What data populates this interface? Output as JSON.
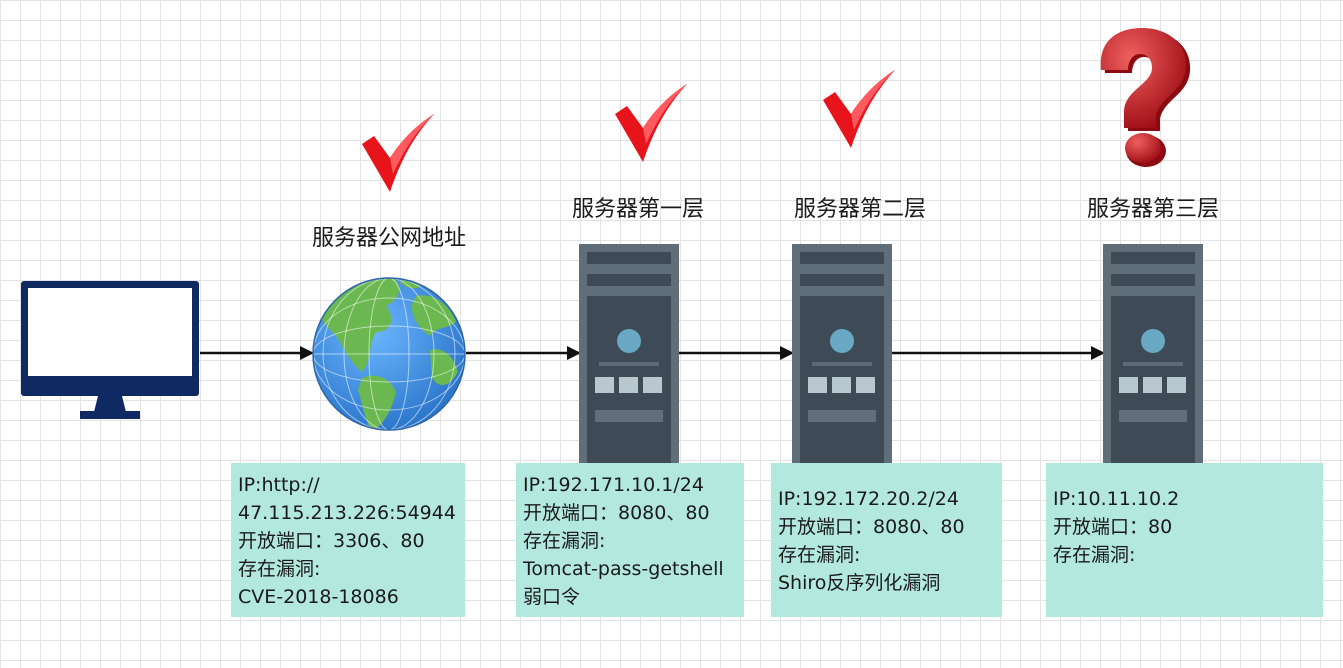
{
  "nodes": [
    {
      "id": "client"
    },
    {
      "id": "public",
      "title": "服务器公网地址",
      "status": "check",
      "info": [
        "IP:http://",
        "47.115.213.226:54944",
        "开放端口：3306、80",
        "存在漏洞:",
        "CVE-2018-18086"
      ]
    },
    {
      "id": "layer1",
      "title": "服务器第一层",
      "status": "check",
      "info": [
        "IP:192.171.10.1/24",
        "开放端口：8080、80",
        "存在漏洞:",
        "Tomcat-pass-getshell",
        "弱口令"
      ]
    },
    {
      "id": "layer2",
      "title": "服务器第二层",
      "status": "check",
      "info": [
        "IP:192.172.20.2/24",
        "开放端口：8080、80",
        "存在漏洞:",
        "Shiro反序列化漏洞"
      ]
    },
    {
      "id": "layer3",
      "title": "服务器第三层",
      "status": "question",
      "info": [
        "IP:10.11.10.2",
        "开放端口：80",
        "存在漏洞:"
      ]
    }
  ],
  "colors": {
    "info_bg": "#b3e8df",
    "check": "#e8141c",
    "question": "#c9151e",
    "server_frame": "#5f6e78",
    "server_body": "#3e4a55",
    "monitor": "#0f2a63",
    "ocean": "#3d8fe0",
    "land": "#6ab84f"
  },
  "icons": {
    "client": "monitor-icon",
    "public": "globe-icon",
    "server": "server-rack-icon",
    "check": "checkmark-icon",
    "question": "question-mark-icon"
  }
}
